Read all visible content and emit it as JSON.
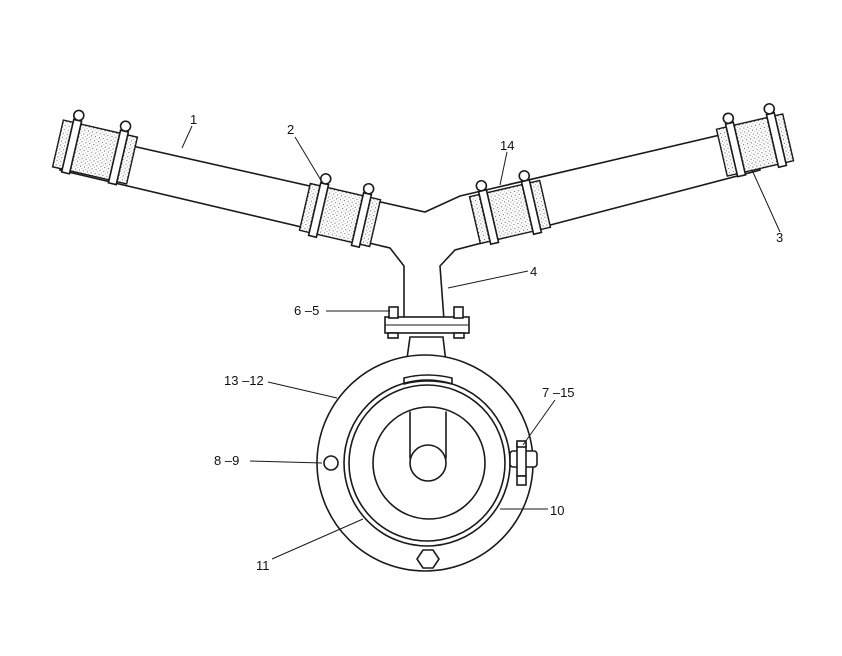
{
  "labels": {
    "l1": "1",
    "l2": "2",
    "l3": "3",
    "l4": "4",
    "l14": "14",
    "l6_5": "6 –5",
    "l13_12": "13 –12",
    "l7_15": "7 –15",
    "l8_9": "8 –9",
    "l10": "10",
    "l11": "11"
  }
}
